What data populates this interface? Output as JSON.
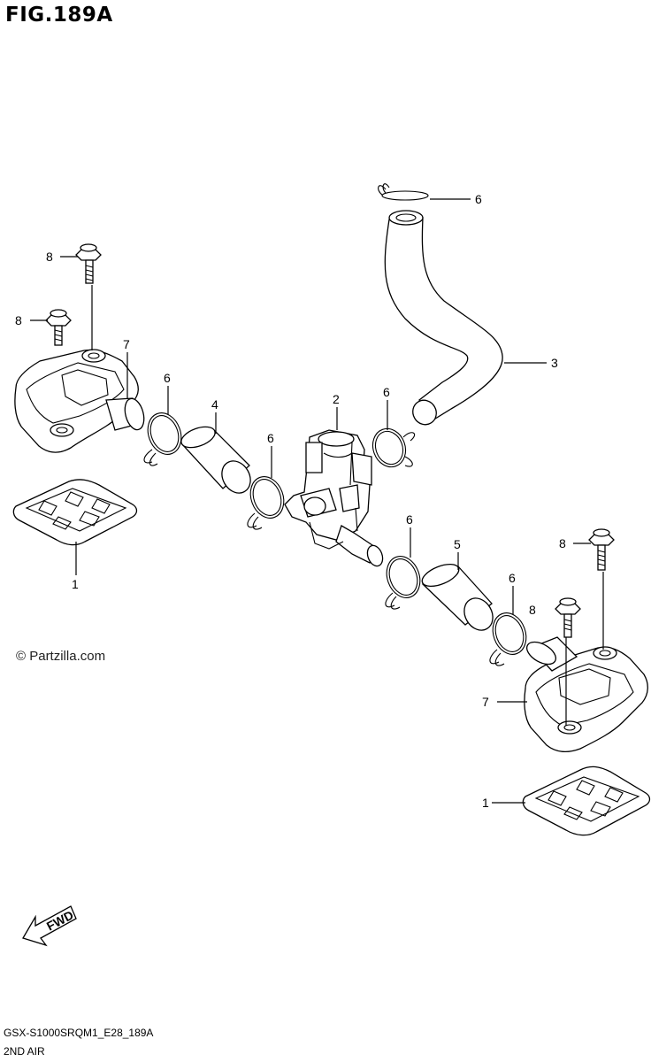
{
  "figure": {
    "title": "FIG.189A",
    "copyright": "© Partzilla.com",
    "code": "GSX-S1000SRQM1_E28_189A",
    "name": "2ND AIR",
    "fwd_label": "FWD"
  },
  "callouts": [
    {
      "id": "c6-top",
      "text": "6"
    },
    {
      "id": "c8-a",
      "text": "8"
    },
    {
      "id": "c8-b",
      "text": "8"
    },
    {
      "id": "c7-left",
      "text": "7"
    },
    {
      "id": "c6-left",
      "text": "6"
    },
    {
      "id": "c4",
      "text": "4"
    },
    {
      "id": "c6-mid",
      "text": "6"
    },
    {
      "id": "c2",
      "text": "2"
    },
    {
      "id": "c6-valve",
      "text": "6"
    },
    {
      "id": "c3",
      "text": "3"
    },
    {
      "id": "c1-left",
      "text": "1"
    },
    {
      "id": "c6-low",
      "text": "6"
    },
    {
      "id": "c5",
      "text": "5"
    },
    {
      "id": "c6-right",
      "text": "6"
    },
    {
      "id": "c8-c",
      "text": "8"
    },
    {
      "id": "c8-d",
      "text": "8"
    },
    {
      "id": "c7-right",
      "text": "7"
    },
    {
      "id": "c1-right",
      "text": "1"
    }
  ]
}
